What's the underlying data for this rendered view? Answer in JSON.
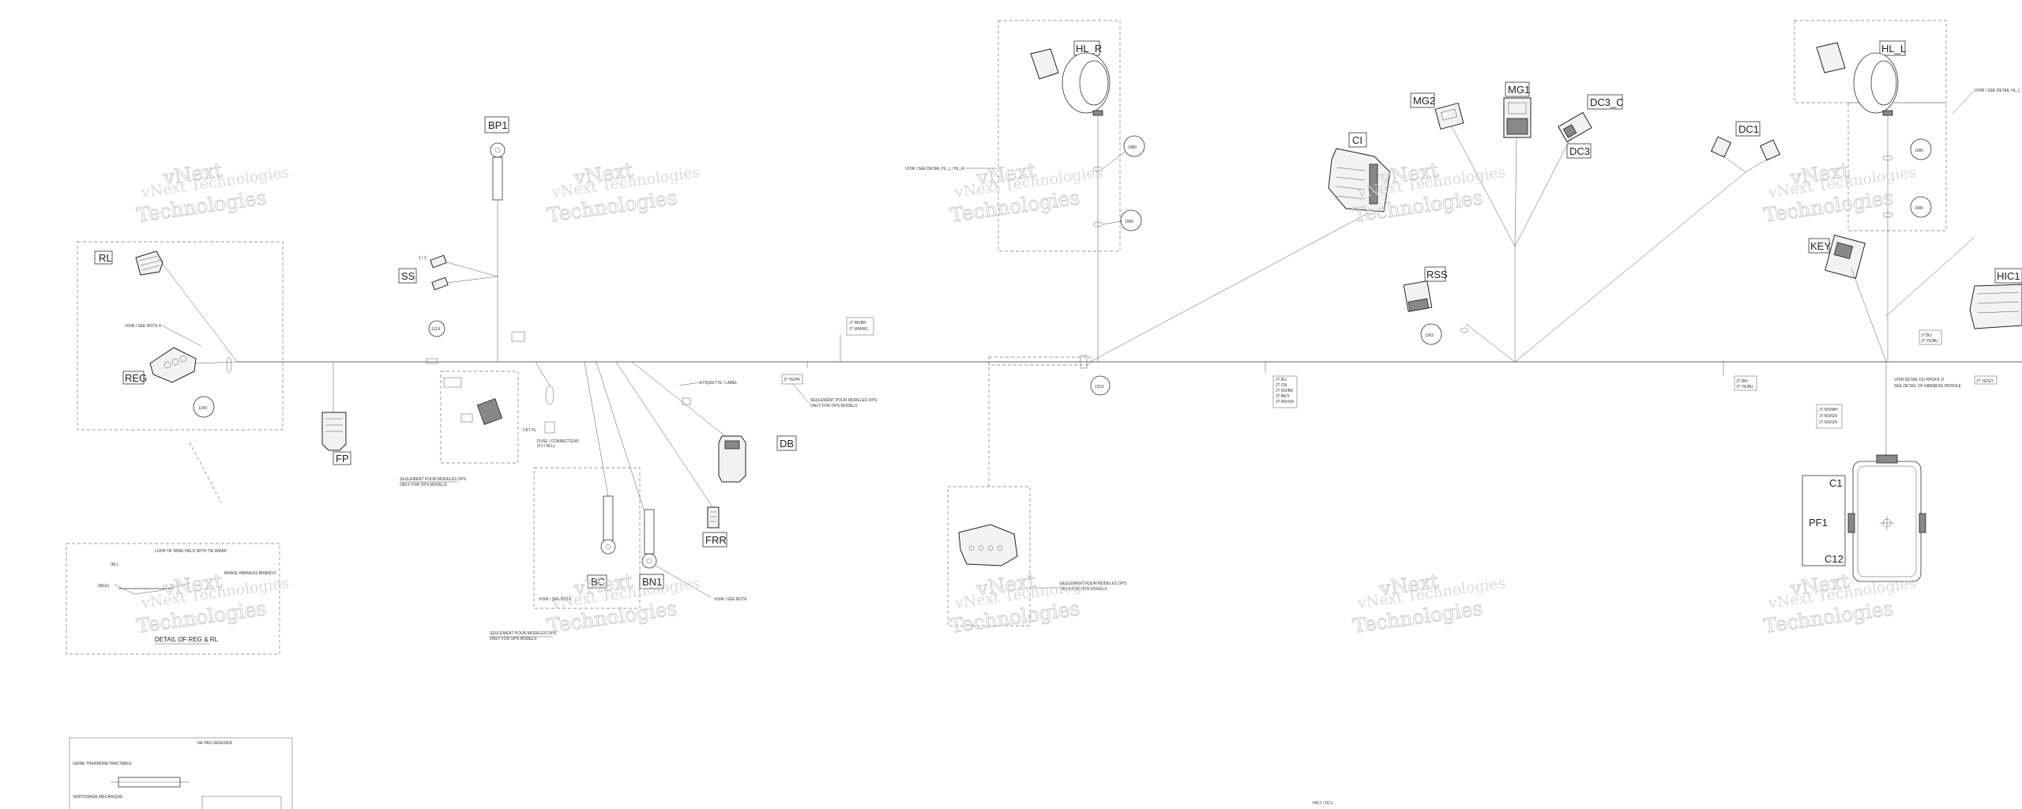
{
  "watermark": {
    "line1": "vNext",
    "line2": "Technologies",
    "full": "vNext Technologies"
  },
  "labels": {
    "RL": "RL",
    "REG": "REG",
    "FP": "FP",
    "BP1": "BP1",
    "SS": "SS",
    "DB": "DB",
    "FRR": "FRR",
    "BN1": "BN1",
    "HL_R": "HL_R",
    "HL_L": "HL_L",
    "CI": "CI",
    "MG2": "MG2",
    "MG1": "MG1",
    "DC3_C": "DC3_C",
    "DC3": "DC3",
    "DC1": "DC1",
    "RSS": "RSS",
    "KEY": "KEY",
    "HIC1": "HIC1",
    "PF1": "PF1",
    "C1": "C1",
    "C12": "C12"
  },
  "callouts": {
    "n1260": "1260",
    "n1319a": "1319",
    "n1319b": "1319",
    "n1980a": "1980",
    "n1980b": "1980",
    "n1362": "1362",
    "n1980c": "1980",
    "n1980d": "1980"
  },
  "notes": {
    "detail_reg_rl": "DETAIL OF REG & RL",
    "segment1": "SEULEMENT POUR MODELES OPS",
    "segment1_sub": "ONLY FOR OPS MODELS",
    "segment2": "SEULEMENT POUR MODELES OPS",
    "segment2_sub": "ONLY FOR OPS MODELS",
    "segment3": "SEULEMENT POUR MODELES OPS",
    "segment3_sub": "ONLY FOR OPS MODELS",
    "segment4": "SEULEMENT POUR MODELES OPS",
    "segment4_sub": "ONLY FOR OPS MODELS",
    "etiquette": "ETIQUETTE / LABEL",
    "wire_codes_1": "JT BK/BK",
    "wire_codes_2": "JT WH/RG",
    "voir_hl_r": "VOIR / SEE DETAIL HL_L / HL_R",
    "voir_hl_l": "VOIR / SEE DETAIL HL_L",
    "voir_note": "VOIR / SEE NOTE",
    "voir_detail_profile": "VOIR DETAIL DU PROFIL D",
    "see_detail_profile": "SEE DETAIL OF HARNESS PROFILE",
    "bottom_ref": "HIC1 / DC1"
  }
}
